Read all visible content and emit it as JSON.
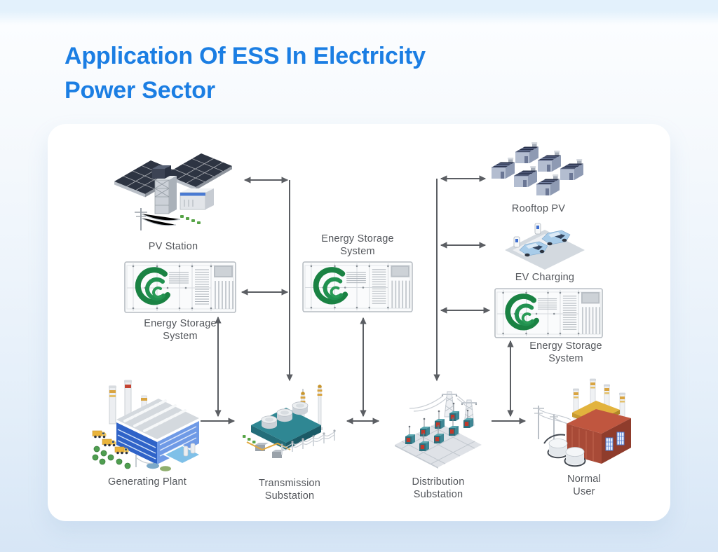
{
  "page": {
    "title": {
      "line1": "Application Of ESS In Electricity",
      "line2": "Power Sector",
      "color": "#1b7ee3"
    },
    "background_top_color": "#e3f1fc",
    "background_bottom_color": "#d7e6f6"
  },
  "diagram": {
    "card_color": "#ffffff",
    "arrow_color": "#5b5e63",
    "label_color": "#54575c",
    "ess_logo_color": "#1e8b48",
    "nodes": {
      "pv_station": {
        "label": "PV Station"
      },
      "ess_left": {
        "line1": "Energy Storage",
        "line2": "System"
      },
      "ess_center": {
        "line1": "Energy Storage",
        "line2": "System"
      },
      "ess_right": {
        "line1": "Energy Storage",
        "line2": "System"
      },
      "rooftop_pv": {
        "label": "Rooftop PV"
      },
      "ev_charging": {
        "label": "EV Charging"
      },
      "generating_plant": {
        "label": "Generating Plant"
      },
      "transmission_substation": {
        "line1": "Transmission",
        "line2": "Substation"
      },
      "distribution_substation": {
        "line1": "Distribution",
        "line2": "Substation"
      },
      "normal_user": {
        "line1": "Normal",
        "line2": "User"
      }
    }
  }
}
